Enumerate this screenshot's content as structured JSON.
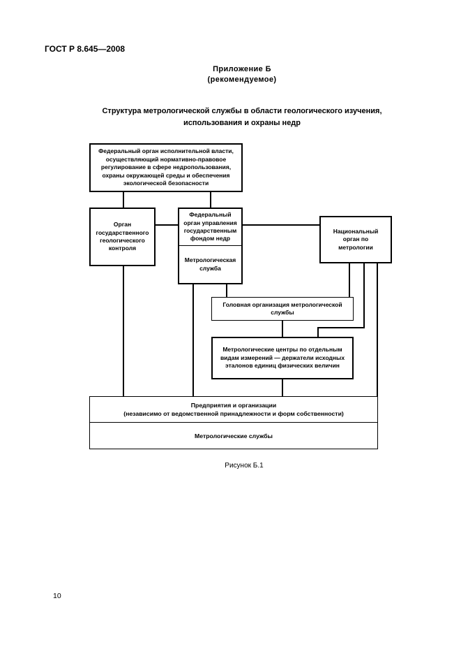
{
  "doc": {
    "standard": "ГОСТ Р 8.645—2008",
    "appendix_label": "Приложение Б",
    "appendix_note": "(рекомендуемое)",
    "title": "Структура метрологической службы в области геологического изучения, использования и охраны недр",
    "figure_caption": "Рисунок Б.1",
    "page_number": "10"
  },
  "diagram": {
    "federal_executive": "Федеральный орган исполнительной власти, осуществляющий нормативно-правовое регулирование в сфере недропользования, охраны окружающей среды и обеспечения экологической безопасности",
    "geo_control": "Орган государственного геологического контроля",
    "federal_fund": "Федеральный орган управления государственным фондом недр",
    "metrology_service": "Метрологическая служба",
    "national_metrology": "Национальный орган по метрологии",
    "head_org": "Головная организация метрологической службы",
    "metrology_centers": "Метрологические центры по отдельным видам измерений — держатели исходных эталонов единиц физических величин",
    "enterprises": "Предприятия и организации",
    "enterprises_note": "(независимо от ведомственной принадлежности и форм собственности)",
    "metrology_services": "Метрологические службы"
  }
}
